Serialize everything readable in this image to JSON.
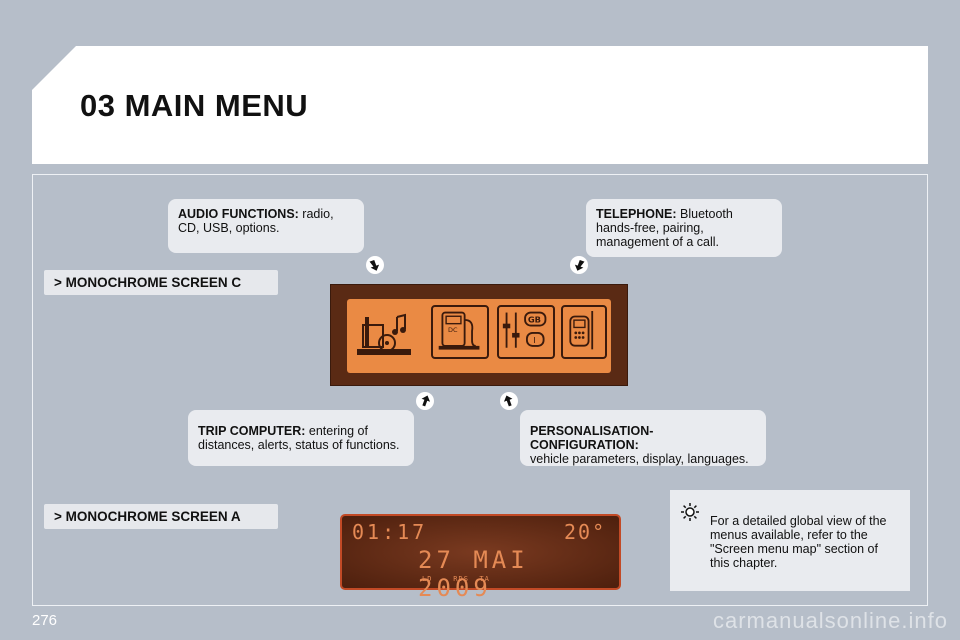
{
  "header": {
    "title": "03 MAIN MENU"
  },
  "sections": {
    "screen_c": "> MONOCHROME SCREEN C",
    "screen_a": "> MONOCHROME SCREEN A"
  },
  "callouts": {
    "audio": {
      "label": "AUDIO FUNCTIONS:",
      "text": " radio, CD, USB, options."
    },
    "telephone": {
      "label": "TELEPHONE:",
      "text": " Bluetooth hands-free, pairing, management of a call."
    },
    "trip": {
      "label": "TRIP COMPUTER:",
      "text": " entering of distances, alerts, status of functions."
    },
    "personalisation": {
      "label": "PERSONALISATION-CONFIGURATION:",
      "text": "vehicle parameters, display, languages."
    }
  },
  "screen_c_icons": [
    "audio-icon",
    "trip-computer-icon",
    "settings-sliders-icon",
    "telephone-icon"
  ],
  "screen_c_labels": {
    "lang_top": "GB",
    "lang_bottom": "I"
  },
  "screen_a": {
    "time": "01:17",
    "temperature": "20°",
    "date": "27 MAI 2009",
    "indicators": "LD    RDS  TA"
  },
  "note": {
    "text": "For a detailed global view of the menus available, refer to the \"Screen menu map\" section of this chapter."
  },
  "footer": {
    "page_number": "276",
    "watermark": "carmanualsonline.info"
  },
  "colors": {
    "lcd_orange": "#ea8a44",
    "lcd_dark": "#5a2a14",
    "background": "#b6bec9"
  }
}
